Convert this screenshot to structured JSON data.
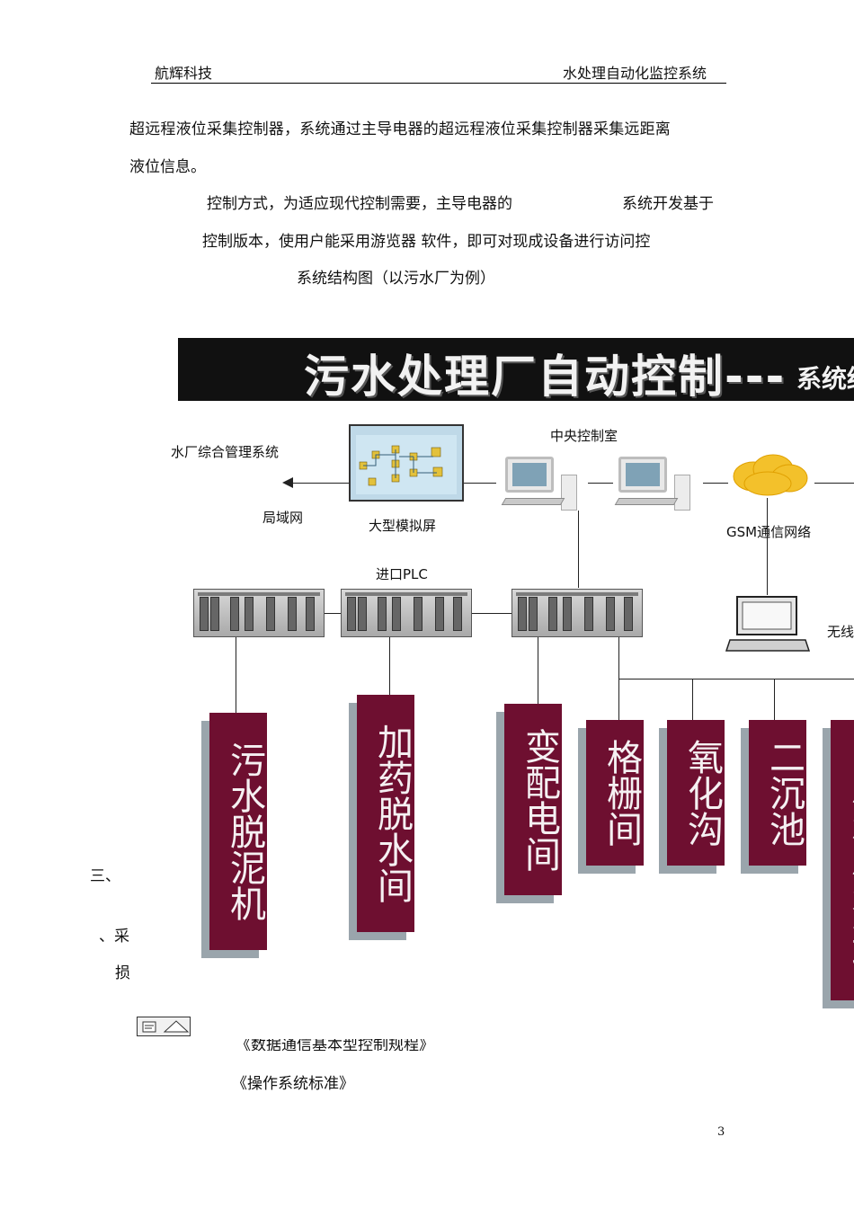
{
  "header": {
    "left": "航辉科技",
    "right": "水处理自动化监控系统"
  },
  "paragraphs": {
    "p1_line1": "超远程液位采集控制器，系统通过主导电器的超远程液位采集控制器采集远距离",
    "p1_line2": "液位信息。",
    "p2_line1a": "控制方式，为适应现代控制需要，主导电器的",
    "p2_line1b": "系统开发基于",
    "p2_line2": "控制版本，使用户能采用游览器  软件，即可对现成设备进行访问控",
    "p3": "系统结构图（以污水厂为例）"
  },
  "diagram": {
    "banner_title": "污水处理厂自动控制---",
    "banner_sub": "系统结",
    "labels": {
      "mgmt": "水厂综合管理系统",
      "lan": "局域网",
      "screen": "大型模拟屏",
      "control_room": "中央控制室",
      "gsm": "GSM通信网络",
      "plc": "进口PLC",
      "wireless": "无线"
    },
    "pillars": [
      "污水脱泥机",
      "加药脱水间",
      "变配电间",
      "格栅间",
      "氧化沟",
      "二沉池",
      "回流污泥泵站"
    ]
  },
  "fragments": {
    "section_num": "三、",
    "frag1": "、采",
    "frag2": "损",
    "cut_line": "《数据通信基本型控制规程》",
    "std": "《操作系统标准》"
  },
  "page_number": "3"
}
